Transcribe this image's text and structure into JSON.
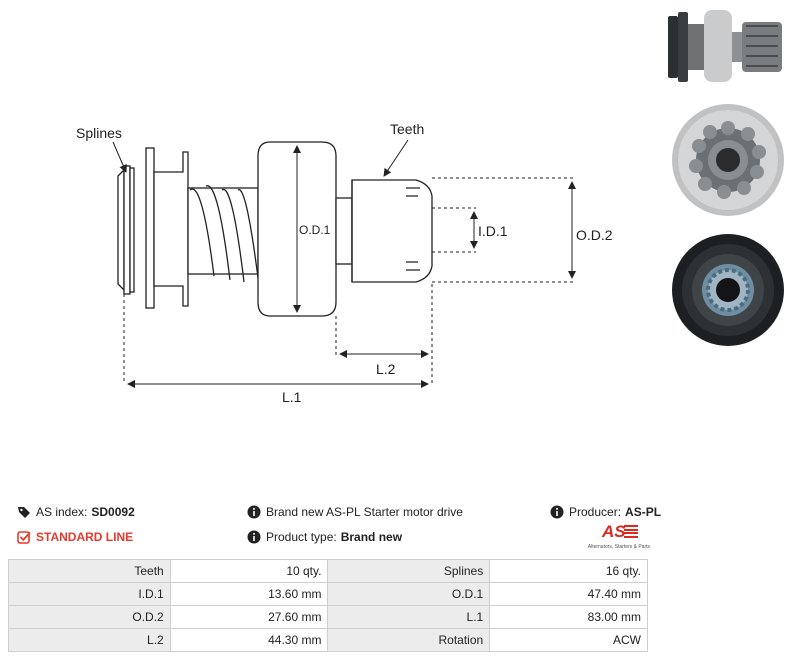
{
  "diagram": {
    "labels": {
      "splines": "Splines",
      "teeth": "Teeth",
      "od1": "O.D.1",
      "id1": "I.D.1",
      "od2": "O.D.2",
      "l2": "L.2",
      "l1": "L.1"
    }
  },
  "photos": {
    "side_icon": "starter-drive-side-photo",
    "front_icon": "pinion-gear-front-photo",
    "back_icon": "splined-hub-back-photo"
  },
  "info": {
    "as_index_label": "AS index:",
    "as_index_value": "SD0092",
    "standard_line": "STANDARD LINE",
    "description": "Brand new AS-PL Starter motor drive",
    "product_type_label": "Product type:",
    "product_type_value": "Brand new",
    "producer_label": "Producer:",
    "producer_value": "AS-PL"
  },
  "logo": {
    "brand": "AS",
    "tagline": "Alternators, Starters & Parts",
    "color": "#d82a20"
  },
  "specs": [
    {
      "label_a": "Teeth",
      "value_a": "10 qty.",
      "label_b": "Splines",
      "value_b": "16 qty."
    },
    {
      "label_a": "I.D.1",
      "value_a": "13.60 mm",
      "label_b": "O.D.1",
      "value_b": "47.40 mm"
    },
    {
      "label_a": "O.D.2",
      "value_a": "27.60 mm",
      "label_b": "L.1",
      "value_b": "83.00 mm"
    },
    {
      "label_a": "L.2",
      "value_a": "44.30 mm",
      "label_b": "Rotation",
      "value_b": "ACW"
    }
  ],
  "colors": {
    "accent_red": "#e53a2d",
    "table_label_bg": "#ececec",
    "table_border": "#cfcfcf"
  }
}
